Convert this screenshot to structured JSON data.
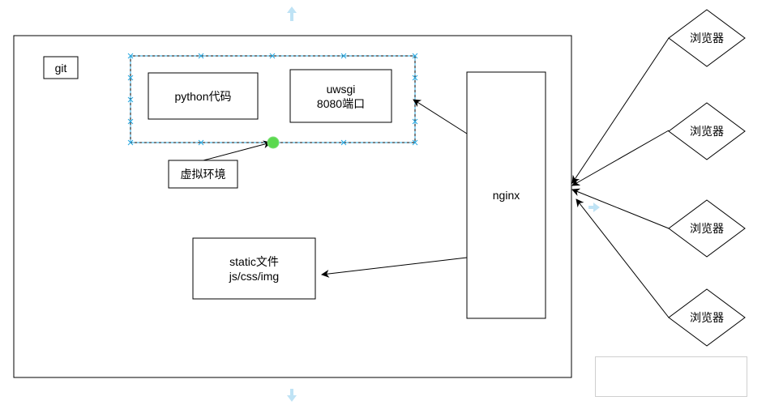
{
  "diagram": {
    "container_label": "git",
    "python_code_label": "python代码",
    "uwsgi_label_line1": "uwsgi",
    "uwsgi_label_line2": "8080端口",
    "venv_label": "虚拟环境",
    "static_label_line1": "static文件",
    "static_label_line2": "js/css/img",
    "nginx_label": "nginx",
    "browsers": [
      {
        "label": "浏览器"
      },
      {
        "label": "浏览器"
      },
      {
        "label": "浏览器"
      },
      {
        "label": "浏览器"
      }
    ]
  },
  "colors": {
    "stroke": "#000000",
    "selection": "#29a8e0",
    "connection_point": "#5bd94f",
    "panel_border": "#cfcfcf"
  }
}
